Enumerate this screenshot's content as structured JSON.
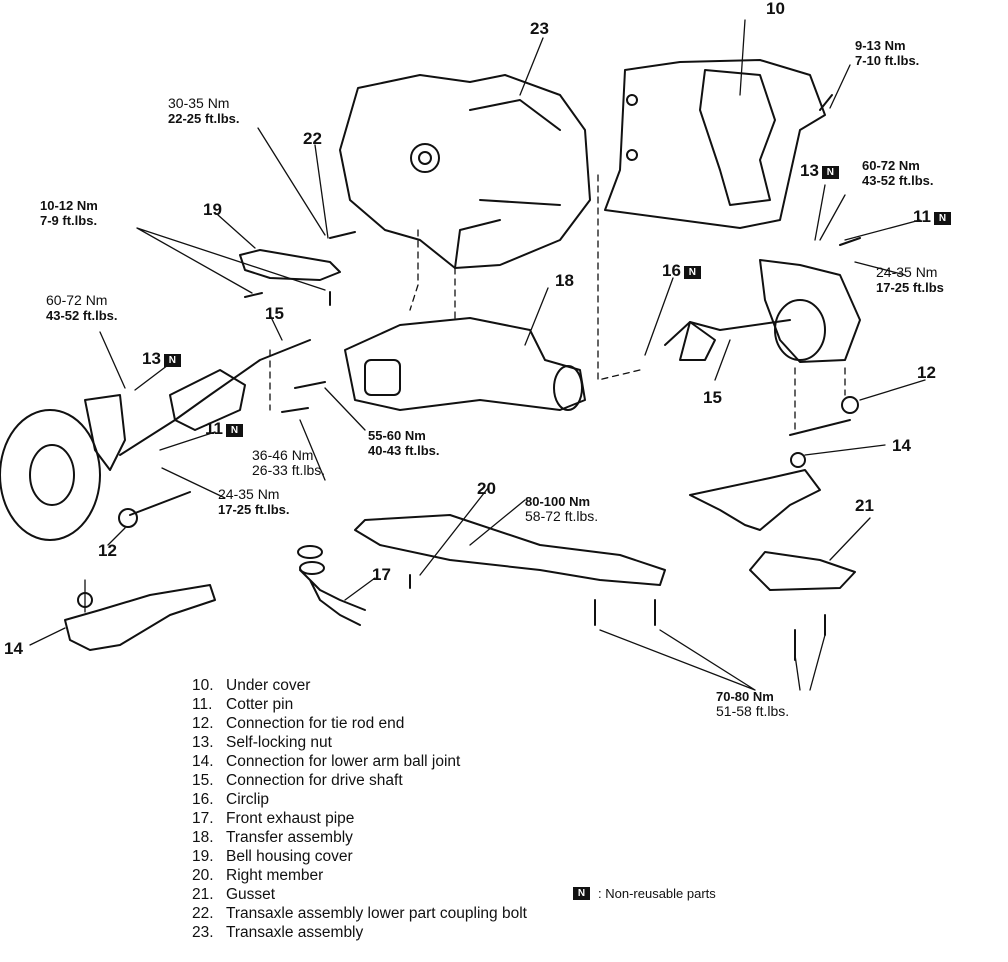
{
  "callouts": [
    "10",
    "11",
    "11",
    "12",
    "12",
    "13",
    "13",
    "14",
    "14",
    "15",
    "15",
    "16",
    "17",
    "18",
    "19",
    "20",
    "21",
    "22",
    "23"
  ],
  "badge": "N",
  "torques": [
    {
      "nm": "9-13 Nm",
      "ft": "7-10 ft.lbs."
    },
    {
      "nm": "60-72 Nm",
      "ft": "43-52 ft.lbs."
    },
    {
      "nm": "24-35 Nm",
      "ft": "17-25 ft.lbs"
    },
    {
      "nm": "30-35 Nm",
      "ft": "22-25 ft.lbs."
    },
    {
      "nm": "10-12 Nm",
      "ft": "7-9 ft.lbs."
    },
    {
      "nm": "60-72 Nm",
      "ft": "43-52 ft.lbs."
    },
    {
      "nm": "36-46 Nm",
      "ft": "26-33 ft.lbs."
    },
    {
      "nm": "55-60 Nm",
      "ft": "40-43 ft.lbs."
    },
    {
      "nm": "24-35 Nm",
      "ft": "17-25 ft.lbs."
    },
    {
      "nm": "80-100 Nm",
      "ft": "58-72 ft.lbs."
    },
    {
      "nm": "70-80 Nm",
      "ft": "51-58 ft.lbs."
    }
  ],
  "legend": [
    {
      "num": "10.",
      "text": "Under cover"
    },
    {
      "num": "11.",
      "text": "Cotter pin"
    },
    {
      "num": "12.",
      "text": "Connection for tie rod end"
    },
    {
      "num": "13.",
      "text": "Self-locking nut"
    },
    {
      "num": "14.",
      "text": "Connection for lower arm ball joint"
    },
    {
      "num": "15.",
      "text": "Connection for drive shaft"
    },
    {
      "num": "16.",
      "text": "Circlip"
    },
    {
      "num": "17.",
      "text": "Front exhaust pipe"
    },
    {
      "num": "18.",
      "text": "Transfer assembly"
    },
    {
      "num": "19.",
      "text": "Bell housing cover"
    },
    {
      "num": "20.",
      "text": "Right member"
    },
    {
      "num": "21.",
      "text": "Gusset"
    },
    {
      "num": "22.",
      "text": "Transaxle assembly lower part coupling bolt"
    },
    {
      "num": "23.",
      "text": "Transaxle assembly"
    }
  ],
  "note": {
    "text": ": Non-reusable parts"
  },
  "colors": {
    "ink": "#111111",
    "paper": "#ffffff"
  }
}
